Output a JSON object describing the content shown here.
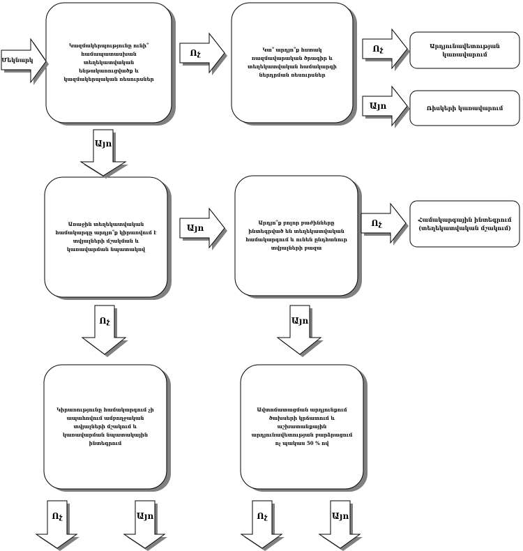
{
  "start_label": "Մեկնարկ",
  "boxes": {
    "b1": "Կազմակերպությունը ունի՞ համապատասխան տեղեկատվական ենթակառուցվածք և կազմակերպական ռեսուրսներ",
    "b2": "Կա՞ արդյո՞ք հստակ ռազմավարական ծրագիր և տեղեկատվական համակարգի ներդրման ռեսուրսներ",
    "b3": "Առաջին տեղեկատվական համակարգը արդյո՞ք կիրառվում է տվյալների մշակման և կառավարման նպատակով",
    "b4": "Արդյո՞ք բոլոր բաժինները ինտեգրված են տեղեկատվական համակարգում և ունեն ընդհանուր տվյալների բազա",
    "b5": "Արդյունավետության կառավարում",
    "b6": "Ռիսկերի կառավարում",
    "b7": "Համակարգային ինտեգրում (տեղեկատվական մշակում)",
    "b8": "Կիրառությունը համակարգում չի ապահովում ամբողջական տվյալների մշակում և կառավարման նպատակային ինտեգրում",
    "b9": "Ավտոմատացման արդյունքում ծախսերի կրճատում և աշխատանքային արդյունավետության բարձրացում ոչ պակաս 50 % ով"
  },
  "arrows": {
    "a1": "Ոչ",
    "a2": "Ոչ",
    "a3": "Այո",
    "a4": "Այո",
    "a5": "Այո",
    "a6": "Ոչ",
    "a7": "Ոչ",
    "a8": "Այո",
    "a9": "Ոչ",
    "a10": "Այո",
    "a11": "Ոչ",
    "a12": "Այո"
  },
  "colors": {
    "shadow": "#808080",
    "fill": "#ffffff",
    "stroke": "#000000"
  }
}
